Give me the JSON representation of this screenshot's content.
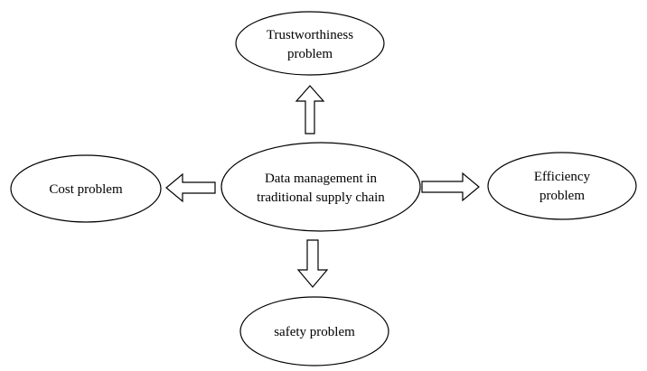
{
  "diagram": {
    "center": {
      "line1": "Data management in",
      "line2": "traditional supply chain"
    },
    "top": {
      "line1": "Trustworthiness",
      "line2": "problem"
    },
    "left": {
      "line1": "Cost problem"
    },
    "right": {
      "line1": "Efficiency",
      "line2": "problem"
    },
    "bottom": {
      "line1": "safety problem"
    }
  },
  "colors": {
    "stroke": "#000000",
    "fill": "#ffffff",
    "text": "#000000"
  }
}
